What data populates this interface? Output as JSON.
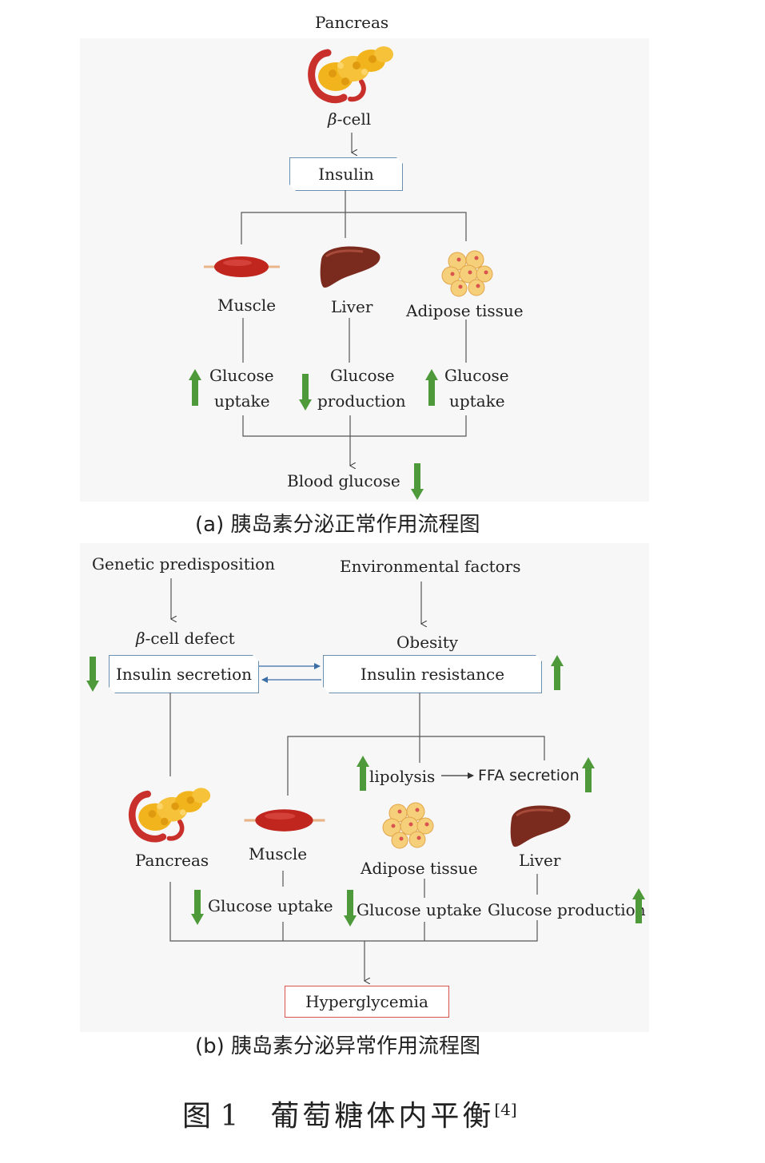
{
  "diagram_a": {
    "top_label": "Pancreas",
    "beta_cell_symbol": "β",
    "beta_cell_suffix": "-cell",
    "insulin_box": "Insulin",
    "organs": {
      "muscle": "Muscle",
      "liver": "Liver",
      "adipose": "Adipose tissue"
    },
    "effects": {
      "muscle_l1": "Glucose",
      "muscle_l2": "uptake",
      "liver_l1": "Glucose",
      "liver_l2": "production",
      "adipose_l1": "Glucose",
      "adipose_l2": "uptake"
    },
    "result": "Blood glucose",
    "caption": "(a) 胰岛素分泌正常作用流程图"
  },
  "diagram_b": {
    "genetic": "Genetic predisposition",
    "environmental": "Environmental factors",
    "beta_symbol": "β",
    "beta_defect_suffix": "-cell defect",
    "obesity": "Obesity",
    "insulin_secretion": "Insulin secretion",
    "insulin_resistance": "Insulin resistance",
    "lipolysis": "lipolysis",
    "ffa_secretion": "FFA secretion",
    "organs": {
      "pancreas": "Pancreas",
      "muscle": "Muscle",
      "adipose": "Adipose tissue",
      "liver": "Liver"
    },
    "effects": {
      "muscle": "Glucose uptake",
      "adipose": "Glucose uptake",
      "liver": "Glucose production"
    },
    "result": "Hyperglycemia",
    "caption": "(b) 胰岛素分泌异常作用流程图"
  },
  "figure_caption": {
    "label": "图 1",
    "title": "葡萄糖体内平衡",
    "ref": "[4]"
  },
  "colors": {
    "arrow_green": "#4e9a3a",
    "box_border": "#6b8fb0",
    "red_box_border": "#d9534f",
    "panel_bg": "#f7f7f7"
  }
}
